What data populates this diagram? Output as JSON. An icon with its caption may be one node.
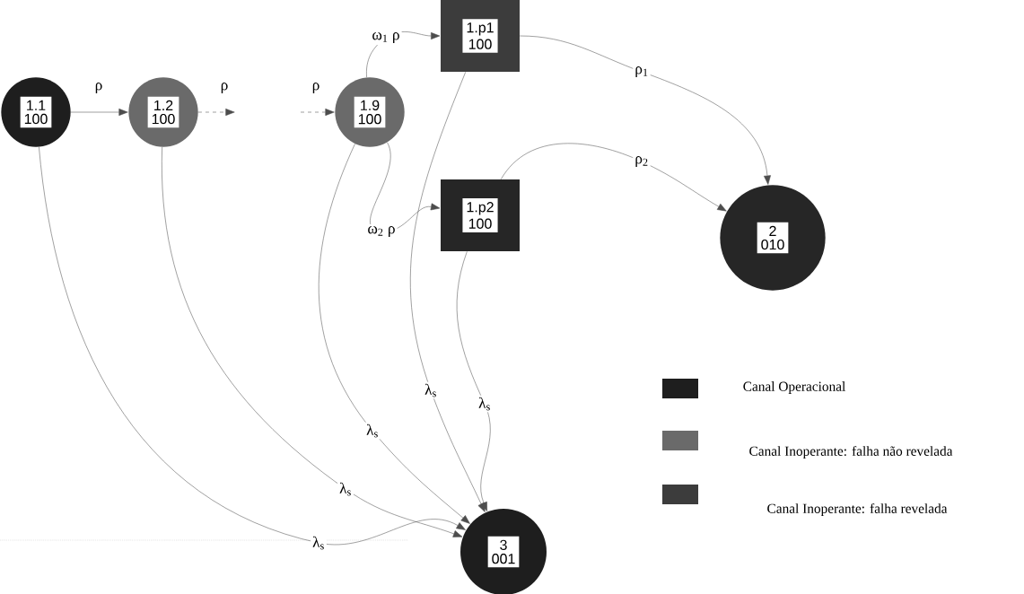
{
  "diagram": {
    "nodes": [
      {
        "text": [
          "1.1",
          "100"
        ]
      },
      {
        "text": [
          "1.2",
          "100"
        ]
      },
      {
        "text": [
          "1.9",
          "100"
        ]
      },
      {
        "text": [
          "1.p1",
          "100"
        ]
      },
      {
        "text": [
          "1.p2",
          "100"
        ]
      },
      {
        "text": [
          "2",
          "010"
        ]
      },
      {
        "text": [
          "3",
          "001"
        ]
      }
    ],
    "edges": [
      {
        "from": 0,
        "to": 1,
        "arrow": "to",
        "label": "ρ"
      },
      {
        "from": 1,
        "to": null,
        "arrow": "to",
        "label": "ρ",
        "style": "dashed"
      },
      {
        "from": null,
        "to": 2,
        "arrow": "to",
        "label": "ρ",
        "style": "dashed"
      },
      {
        "from": 2,
        "to": 3,
        "arrow": "to",
        "label": "ω$_{1}$ ρ"
      },
      {
        "from": 2,
        "to": 4,
        "arrow": "to",
        "label": "ω$_{2}$ ρ"
      },
      {
        "from": 3,
        "to": 5,
        "arrow": "to",
        "label": "ρ$_{1}$"
      },
      {
        "from": 4,
        "to": 5,
        "arrow": "to",
        "label": "ρ$_{2}$"
      },
      {
        "from": 0,
        "to": 6,
        "arrow": "to",
        "label": "λ$_{s}$"
      },
      {
        "from": 1,
        "to": 6,
        "arrow": "to",
        "label": "λ$_{s}$"
      },
      {
        "from": 2,
        "to": 6,
        "arrow": "to",
        "label": "λ$_{s}$"
      },
      {
        "from": 3,
        "to": 6,
        "arrow": "to",
        "label": "λ$_{s}$"
      },
      {
        "from": 4,
        "to": 6,
        "arrow": "to",
        "label": "λ$_{s}$"
      }
    ],
    "legend": [
      {
        "text": "Canal Operacional",
        "color": "#1e1e1e"
      },
      {
        "text": "Canal Inoperante: falha não revelada",
        "color": "#6a6a6a"
      },
      {
        "text": "Canal Inoperante: falha revelada",
        "color": "#3c3c3c"
      }
    ]
  }
}
